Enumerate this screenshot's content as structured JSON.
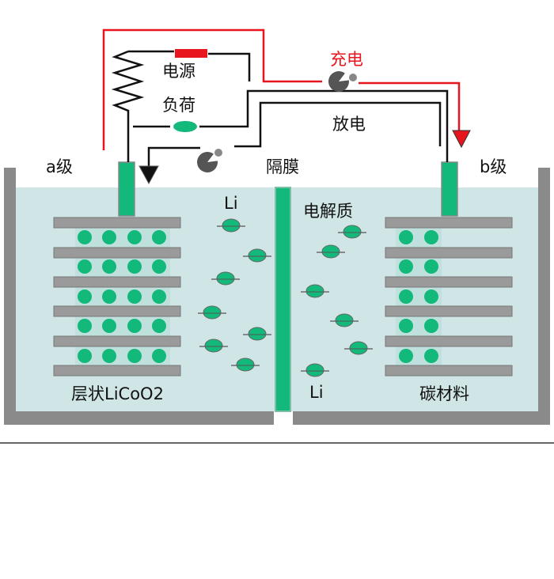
{
  "labels": {
    "power": "电源",
    "load": "负荷",
    "charge": "充电",
    "discharge": "放电",
    "electrode_a": "a级",
    "electrode_b": "b级",
    "separator": "隔膜",
    "electrolyte": "电解质",
    "li_top": "Li",
    "li_bottom": "Li",
    "cathode": "层状LiCoO2",
    "anode": "碳材料"
  },
  "colors": {
    "charge": "#e8141e",
    "wire": "#111111",
    "green": "#12b97a",
    "electrolyte": "#cfe5e6",
    "plate": "#9a9a9a"
  }
}
